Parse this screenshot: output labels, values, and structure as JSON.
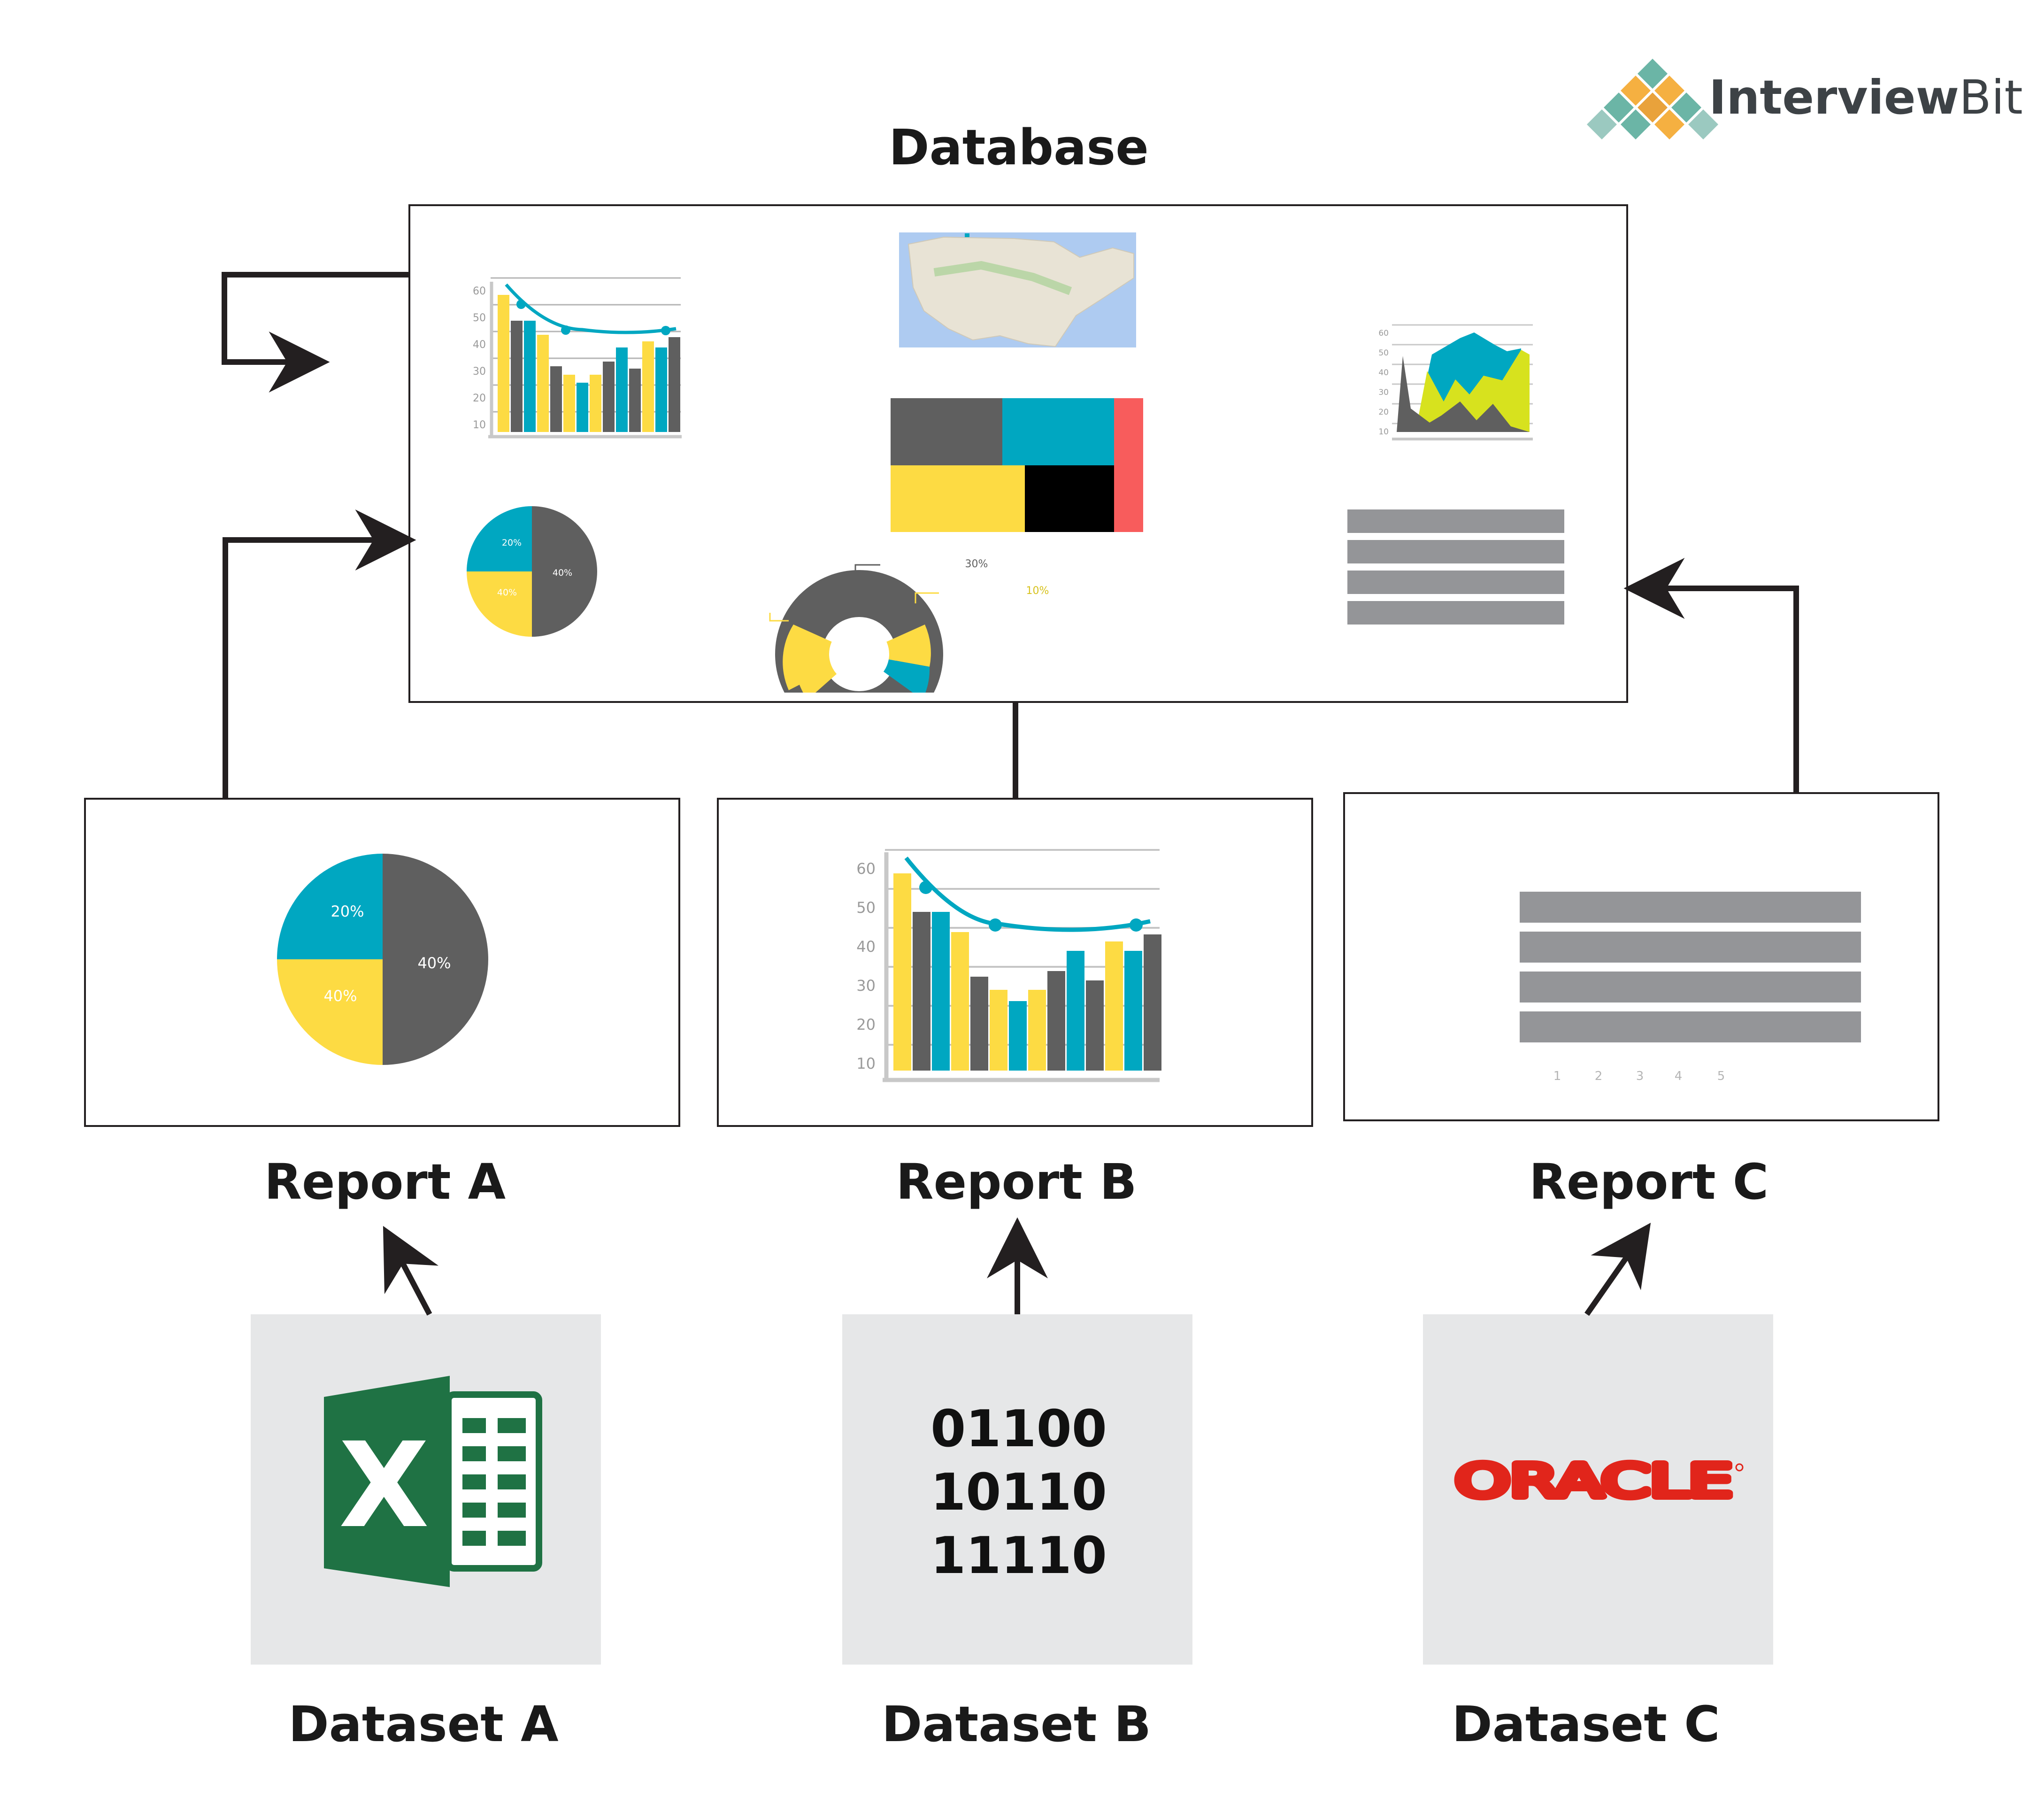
{
  "brand": {
    "name_primary": "Interview",
    "name_secondary": "Bit"
  },
  "database": {
    "title": "Database"
  },
  "database_widgets": {
    "bar_ticks": [
      "60",
      "50",
      "40",
      "30",
      "20",
      "10"
    ],
    "pie_labels": [
      "20%",
      "40%",
      "40%"
    ],
    "donut_labels": [
      "30%",
      "10%"
    ],
    "area_ticks": [
      "60",
      "50",
      "40",
      "30",
      "20",
      "10"
    ]
  },
  "reports": [
    {
      "label": "Report A",
      "pie_labels": [
        "20%",
        "40%",
        "40%"
      ]
    },
    {
      "label": "Report B",
      "bar_ticks": [
        "60",
        "50",
        "40",
        "30",
        "20",
        "10"
      ]
    },
    {
      "label": "Report C",
      "table_pages": [
        "1",
        "2",
        "3",
        "4",
        "5"
      ]
    }
  ],
  "datasets": [
    {
      "label": "Dataset A",
      "icon": "excel-icon",
      "logo_letter": "X"
    },
    {
      "label": "Dataset B",
      "icon": "binary-data-icon",
      "binary_lines": [
        "01100",
        "10110",
        "11110"
      ]
    },
    {
      "label": "Dataset C",
      "icon": "oracle-logo",
      "logo_text": "ORACLE"
    }
  ],
  "colors": {
    "yellow": "#FDDB43",
    "teal": "#00A7C1",
    "gray": "#5F5F5F",
    "black": "#000000",
    "coral": "#F85C5C",
    "lime": "#D7E21E",
    "stripe": "#949598",
    "panel": "#E6E7E8",
    "excel": "#1F7244",
    "oracle": "#E1251B",
    "arrow": "#231F20"
  }
}
